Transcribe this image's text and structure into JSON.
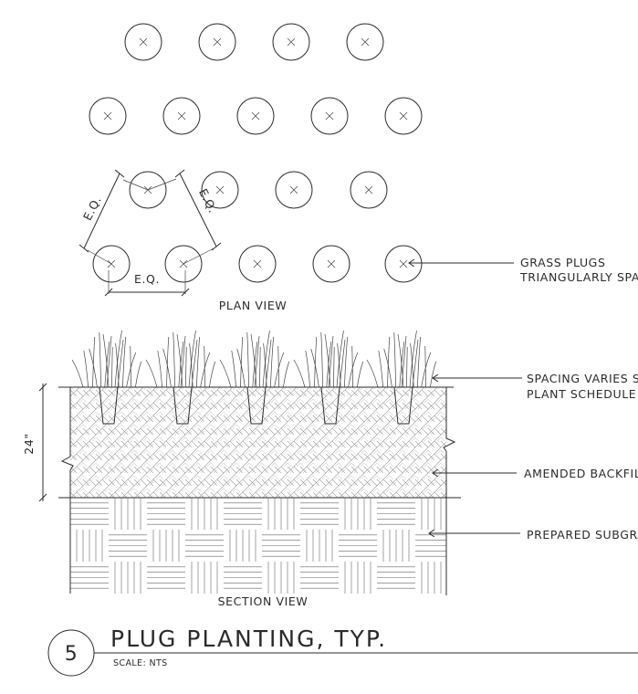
{
  "plan": {
    "view_label": "PLAN VIEW",
    "eq_label": "E.Q.",
    "callout_line1": "GRASS PLUGS",
    "callout_line2": "TRIANGULARLY SPAC"
  },
  "section": {
    "view_label": "SECTION VIEW",
    "depth_label": "24\"",
    "callout_spacing_line1": "SPACING VARIES S",
    "callout_spacing_line2": "PLANT SCHEDULE",
    "callout_backfill": "AMENDED BACKFILL",
    "callout_subgrade": "PREPARED SUBGRA"
  },
  "title_block": {
    "detail_number": "5",
    "title": "PLUG PLANTING, TYP.",
    "scale": "SCALE: NTS"
  }
}
